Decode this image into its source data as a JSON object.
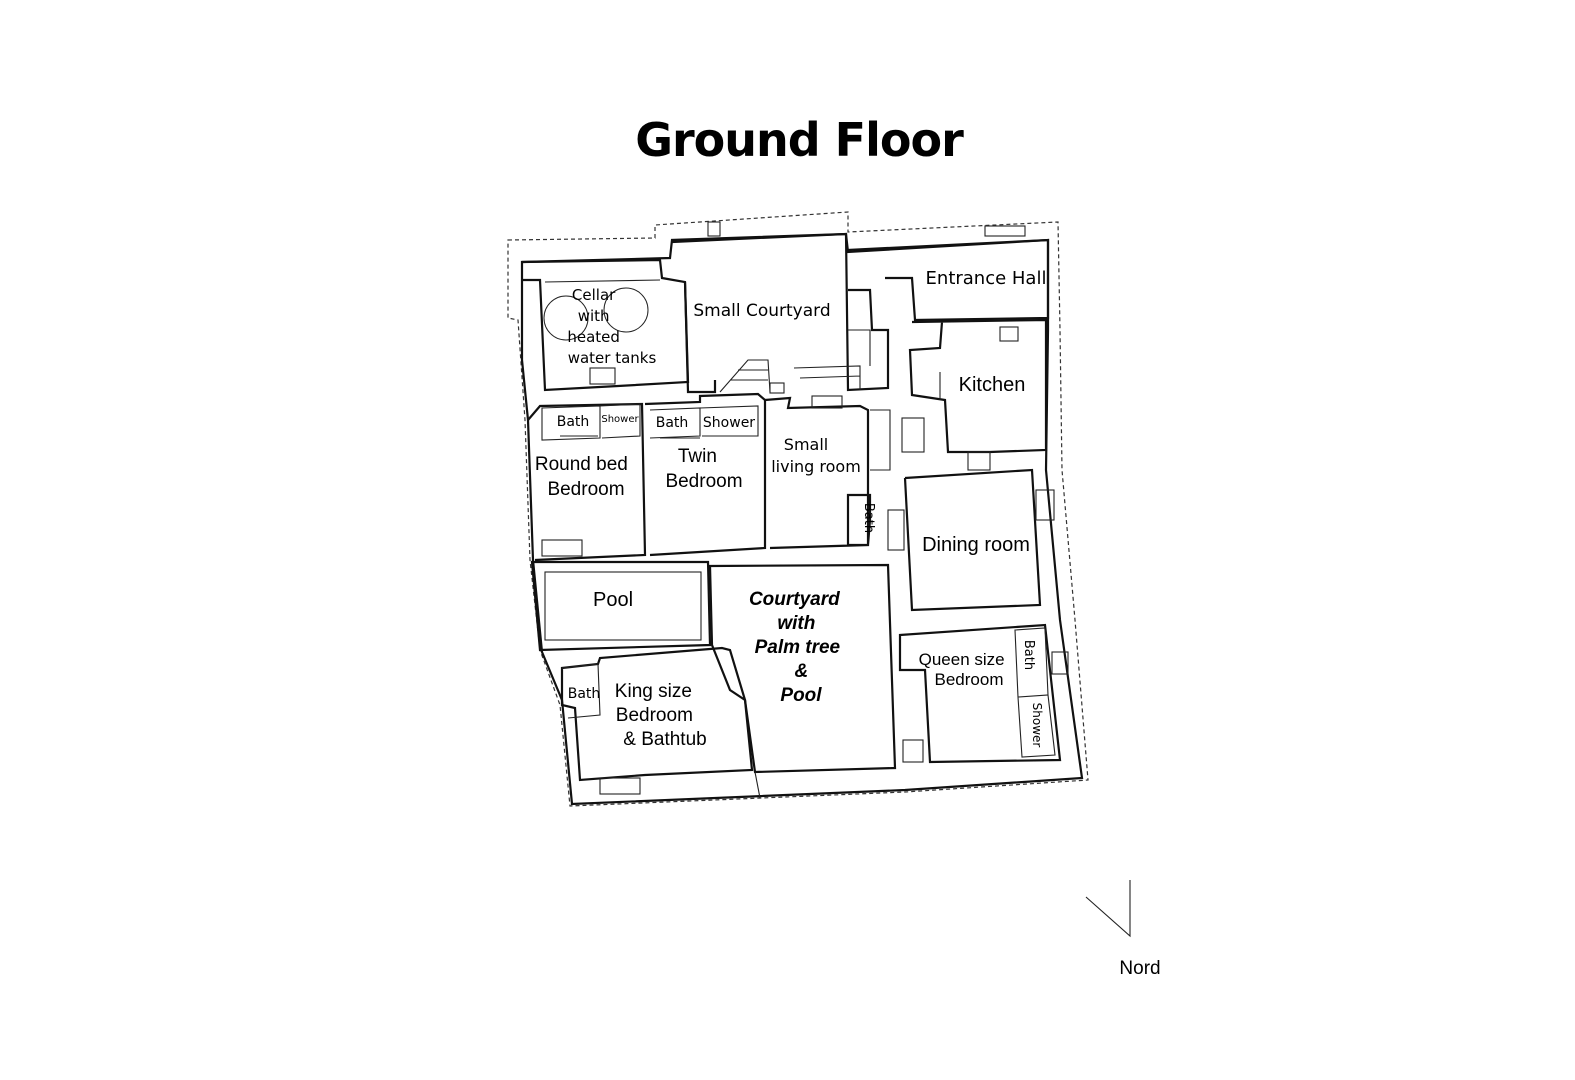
{
  "title": "Ground Floor",
  "rooms": {
    "cellar": [
      "Cellar",
      "with",
      "heated",
      "water tanks"
    ],
    "small_courtyard": "Small Courtyard",
    "entrance_hall": "Entrance Hall",
    "kitchen": "Kitchen",
    "bath_round": "Bath",
    "shower_round": "Shower",
    "bath_twin": "Bath",
    "shower_twin": "Shower",
    "round_bed": [
      "Round bed",
      "Bedroom"
    ],
    "twin_bed": [
      "Twin",
      "Bedroom"
    ],
    "small_living": [
      "Small",
      "living room"
    ],
    "bath_living": "Bath",
    "dining": "Dining room",
    "pool": "Pool",
    "courtyard": [
      "Courtyard",
      "with",
      "Palm tree",
      "&",
      "Pool"
    ],
    "queen": [
      "Queen size",
      "Bedroom"
    ],
    "bath_queen": "Bath",
    "shower_queen": "Shower",
    "bath_king": "Bath",
    "king": [
      "King size",
      "Bedroom",
      "& Bathtub"
    ]
  },
  "compass": {
    "label": "Nord"
  }
}
